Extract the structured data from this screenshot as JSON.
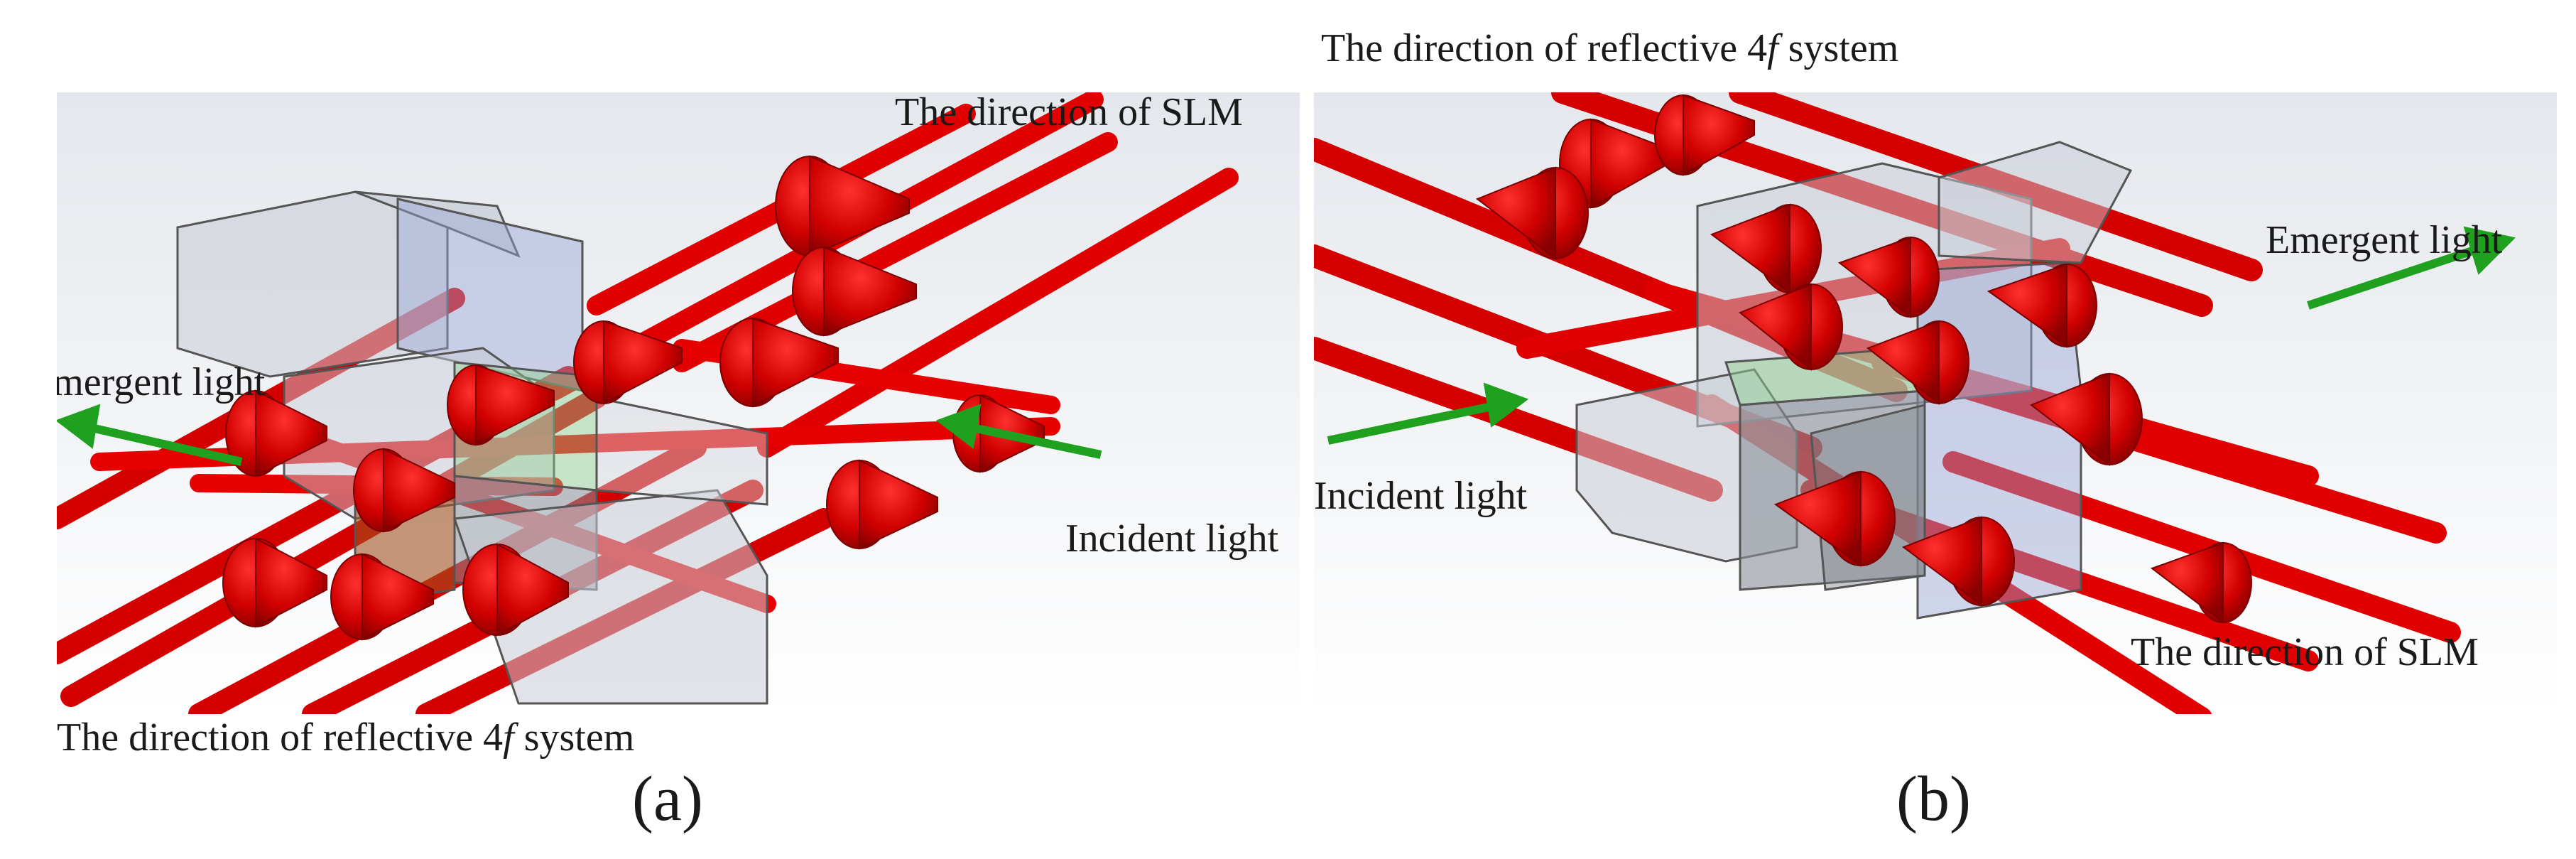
{
  "colors": {
    "beam": "#e60000",
    "beam_dark": "#a80000",
    "beam_light": "#ff4a4a",
    "green_arrow": "#1fa01f",
    "glass": "#c8ccd6",
    "glass_blue": "#9aa3d4",
    "glass_green": "#8fcf8f",
    "glass_brown": "#a0521e",
    "background_top": "#e9ebef",
    "background_bottom": "#ffffff"
  },
  "panel_a": {
    "caption": "(a)",
    "label_slm": "The direction of SLM",
    "label_emergent": "Emergent light",
    "label_incident": "Incident light",
    "label_4f_prefix": "The direction of reflective 4",
    "label_4f_var": "f",
    "label_4f_suffix": " system"
  },
  "panel_b": {
    "caption": "(b)",
    "label_4f_prefix": "The direction of reflective 4",
    "label_4f_var": "f",
    "label_4f_suffix": " system",
    "label_emergent": "Emergent light",
    "label_incident": "Incident light",
    "label_slm": "The direction of SLM"
  }
}
